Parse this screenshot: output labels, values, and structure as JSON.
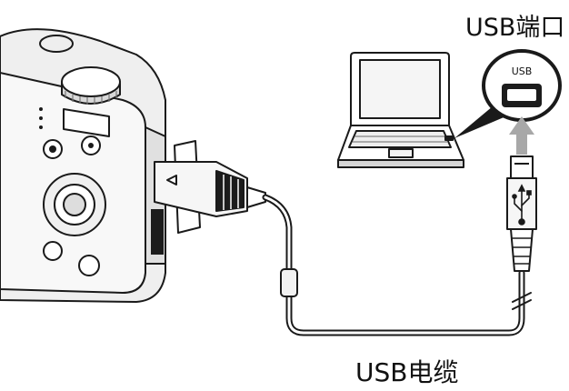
{
  "labels": {
    "usb_port": "USB端口",
    "usb_cable": "USB电缆",
    "port_badge": "USB"
  },
  "colors": {
    "line": "#1a1a1a",
    "light_fill": "#f4f4f4",
    "mid_fill": "#bdbdbd",
    "dark_fill": "#1c1c1c",
    "arrow": "#a8a8a8"
  },
  "icons": [
    "camera-icon",
    "laptop-icon",
    "usb-port-icon",
    "usb-plug-icon",
    "usb-symbol-icon",
    "arrow-up-icon",
    "usb-cable-icon"
  ]
}
